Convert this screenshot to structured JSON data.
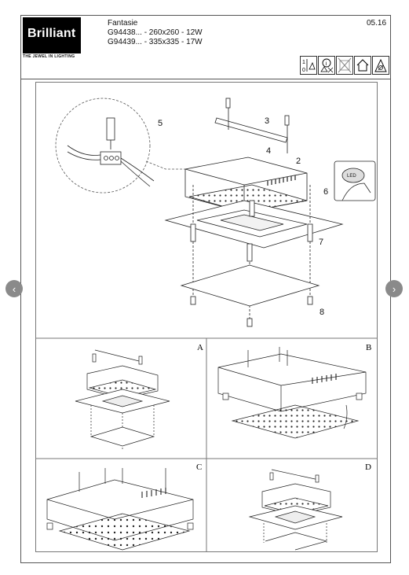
{
  "header": {
    "brand": "Brilliant",
    "tagline": "THE JEWEL IN LIGHTING",
    "product_name": "Fantasie",
    "variant_1": "G94438... - 260x260 - 12W",
    "variant_2": "G94439... - 335x335 - 17W",
    "doc_code": "05.16"
  },
  "icons": [
    "class-1-icon",
    "info-icon",
    "no-dimmer-icon",
    "indoor-house-icon",
    "no-mercury-icon"
  ],
  "main_figure": {
    "callouts": [
      "5",
      "3",
      "4",
      "2",
      "6",
      "7",
      "8"
    ],
    "led_label": "LED"
  },
  "panels": [
    {
      "label": "A"
    },
    {
      "label": "B"
    },
    {
      "label": "C"
    },
    {
      "label": "D"
    }
  ],
  "navigation": {
    "prev_symbol": "‹",
    "next_symbol": "›"
  }
}
